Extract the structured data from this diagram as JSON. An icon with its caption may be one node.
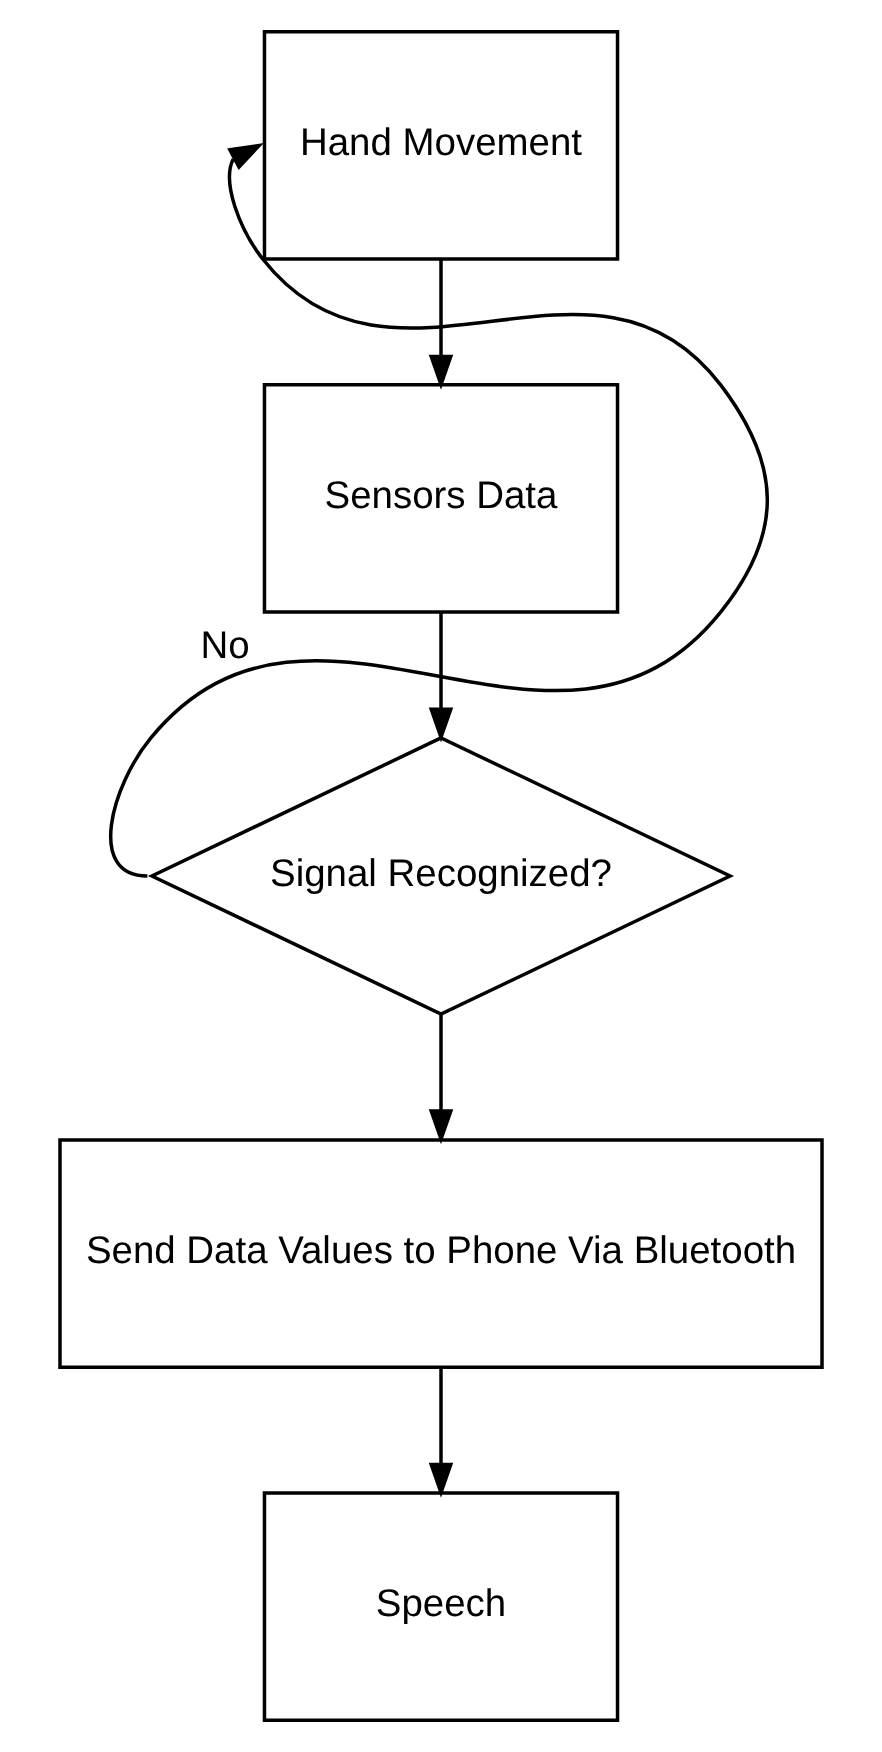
{
  "diagram": {
    "nodes": [
      {
        "text": [
          "Hand Movement"
        ]
      },
      {
        "text": [
          "Sensors Data"
        ]
      },
      {
        "text": [
          "Signal Recognized?"
        ]
      },
      {
        "text": [
          "Send Data Values to Phone Via Bluetooth"
        ]
      },
      {
        "text": [
          "Speech"
        ]
      }
    ],
    "edges": [
      {
        "from": 0,
        "to": 1,
        "arrow": "to"
      },
      {
        "from": 1,
        "to": 2,
        "arrow": "to"
      },
      {
        "from": 2,
        "to": 0,
        "arrow": "to",
        "label": "No"
      },
      {
        "from": 2,
        "to": 3,
        "arrow": "to"
      },
      {
        "from": 3,
        "to": 4,
        "arrow": "to"
      }
    ]
  }
}
